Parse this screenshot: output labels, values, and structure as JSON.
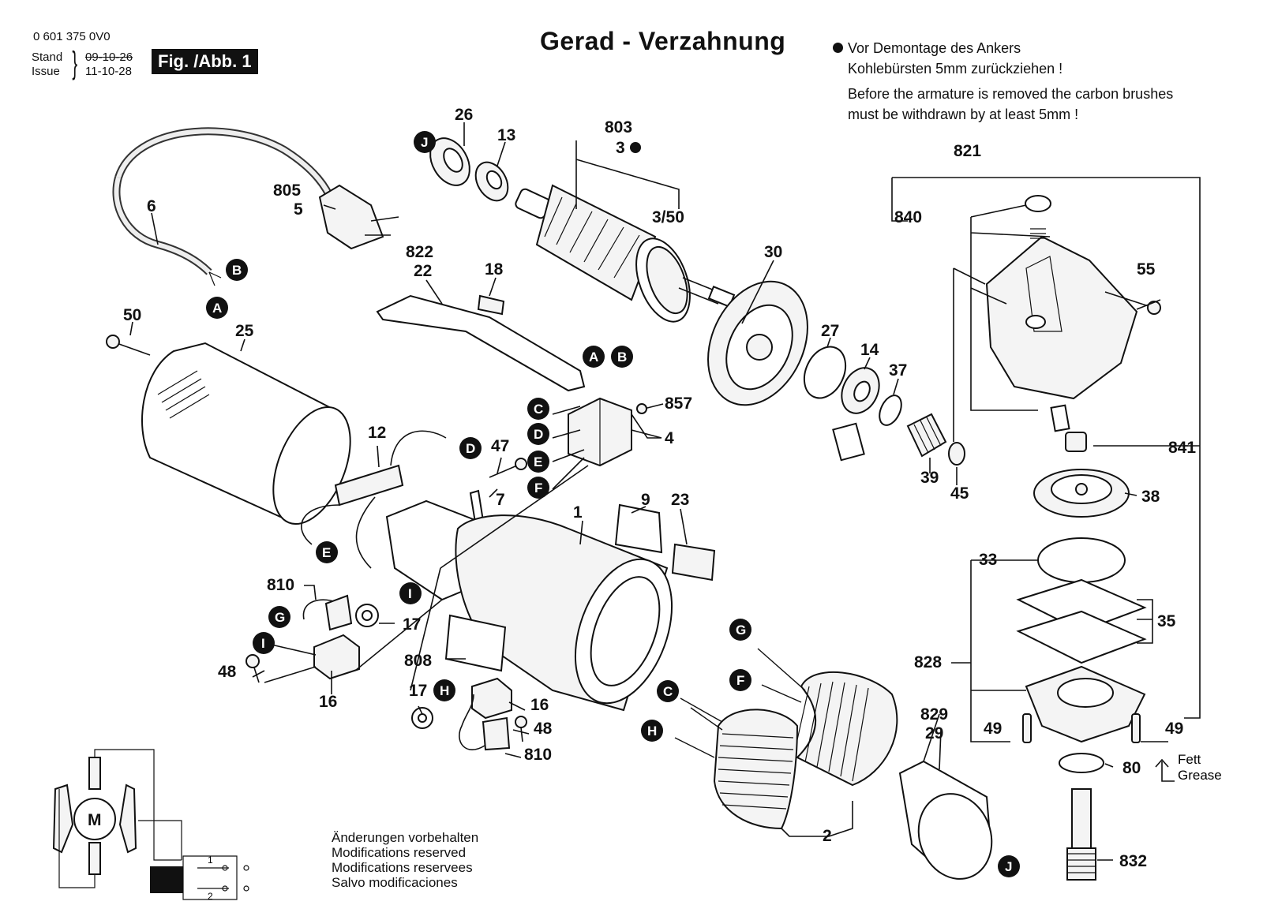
{
  "header": {
    "part_number": "0 601 375 0V0",
    "stand_label": "Stand",
    "stand_date": "09-10-26",
    "issue_label": "Issue",
    "issue_date": "11-10-28",
    "fig_label": "Fig. /Abb. 1"
  },
  "title": "Gerad - Verzahnung",
  "note": {
    "de_line1": "Vor Demontage des Ankers",
    "de_line2": "Kohlebürsten 5mm zurückziehen !",
    "en_line1": "Before the armature is removed the carbon brushes",
    "en_line2": "must be withdrawn by at least 5mm !"
  },
  "modifications": [
    "Änderungen vorbehalten",
    "Modifications reserved",
    "Modifications reservees",
    "Salvo modificaciones"
  ],
  "grease_label": [
    "Fett",
    "Grease"
  ],
  "motor_symbol": "M",
  "switch_numbers": [
    "1",
    "2"
  ],
  "parts": {
    "p26": "26",
    "p13": "13",
    "p803": "803",
    "p3": "3",
    "p3_50": "3/50",
    "p805": "805",
    "p5": "5",
    "p6": "6",
    "p822": "822",
    "p22": "22",
    "p18": "18",
    "p30": "30",
    "p821": "821",
    "p840": "840",
    "p55": "55",
    "p50": "50",
    "p25": "25",
    "p27": "27",
    "p14": "14",
    "p37": "37",
    "p857": "857",
    "p4": "4",
    "p12": "12",
    "p47": "47",
    "p7": "7",
    "p39": "39",
    "p45": "45",
    "p841": "841",
    "p38": "38",
    "p9": "9",
    "p23": "23",
    "p1": "1",
    "p33": "33",
    "p35": "35",
    "p810a": "810",
    "p17a": "17",
    "p48a": "48",
    "p16a": "16",
    "p808": "808",
    "p17b": "17",
    "p16b": "16",
    "p48b": "48",
    "p810b": "810",
    "p828": "828",
    "p829": "829",
    "p29": "29",
    "p49a": "49",
    "p49b": "49",
    "p80": "80",
    "p2": "2",
    "p832": "832"
  },
  "markers": {
    "J": "J",
    "B": "B",
    "A": "A",
    "C": "C",
    "D": "D",
    "E": "E",
    "F": "F",
    "G": "G",
    "H": "H",
    "I": "I"
  }
}
